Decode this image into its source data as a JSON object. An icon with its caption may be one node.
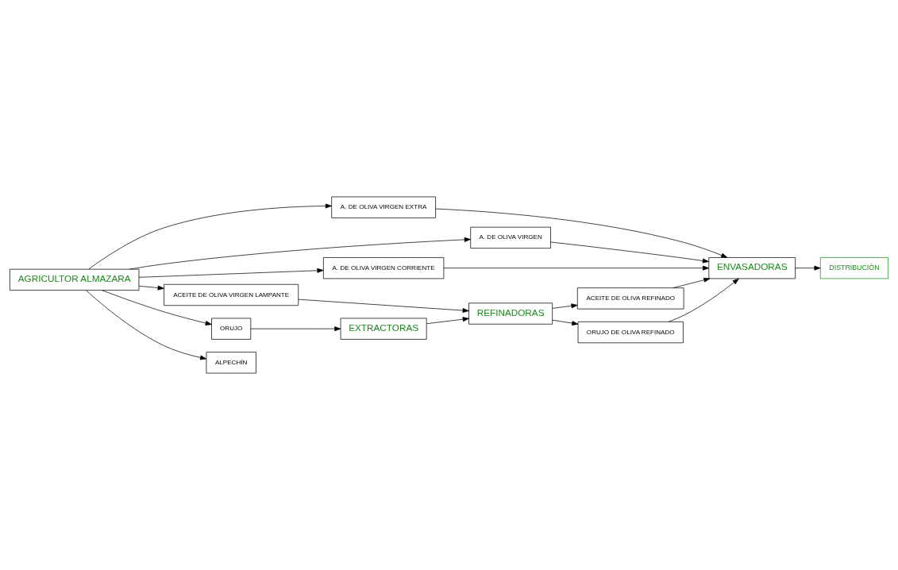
{
  "diagram": {
    "nodes": [
      {
        "text": [
          "AGRICULTOR ALMAZARA"
        ]
      },
      {
        "text": [
          "A. DE OLIVA VIRGEN EXTRA"
        ]
      },
      {
        "text": [
          "A. DE OLIVA VIRGEN"
        ]
      },
      {
        "text": [
          "A. DE OLIVA VIRGEN CORRIENTE"
        ]
      },
      {
        "text": [
          "ACEITE DE OLIVA VIRGEN LAMPANTE"
        ]
      },
      {
        "text": [
          "ORUJO"
        ]
      },
      {
        "text": [
          "ALPECHÍN"
        ]
      },
      {
        "text": [
          "ENVASADORAS"
        ]
      },
      {
        "text": [
          "DISTRIBUCIÓN"
        ]
      },
      {
        "text": [
          "ACEITE DE OLIVA REFINADO"
        ]
      },
      {
        "text": [
          "ORUJO DE OLIVA REFINADO"
        ]
      },
      {
        "text": [
          "REFINADORAS"
        ]
      },
      {
        "text": [
          "EXTRACTORAS"
        ]
      }
    ],
    "edges": [
      {
        "from": 0,
        "to": 1,
        "arrow": "to"
      },
      {
        "from": 0,
        "to": 2,
        "arrow": "to"
      },
      {
        "from": 0,
        "to": 3,
        "arrow": "to"
      },
      {
        "from": 0,
        "to": 4,
        "arrow": "to"
      },
      {
        "from": 0,
        "to": 5,
        "arrow": "to"
      },
      {
        "from": 0,
        "to": 6,
        "arrow": "to"
      },
      {
        "from": 1,
        "to": 7,
        "arrow": "to"
      },
      {
        "from": 2,
        "to": 7,
        "arrow": "to"
      },
      {
        "from": 3,
        "to": 7,
        "arrow": "to"
      },
      {
        "from": 9,
        "to": 7,
        "arrow": "to"
      },
      {
        "from": 7,
        "to": 8,
        "arrow": "to"
      },
      {
        "from": 4,
        "to": 11,
        "arrow": "to"
      },
      {
        "from": 11,
        "to": 9,
        "arrow": "to"
      },
      {
        "from": 11,
        "to": 10,
        "arrow": "to"
      },
      {
        "from": 10,
        "to": 7,
        "arrow": "to"
      },
      {
        "from": 12,
        "to": 11,
        "arrow": "to"
      },
      {
        "from": 5,
        "to": 12,
        "arrow": "to"
      }
    ]
  }
}
